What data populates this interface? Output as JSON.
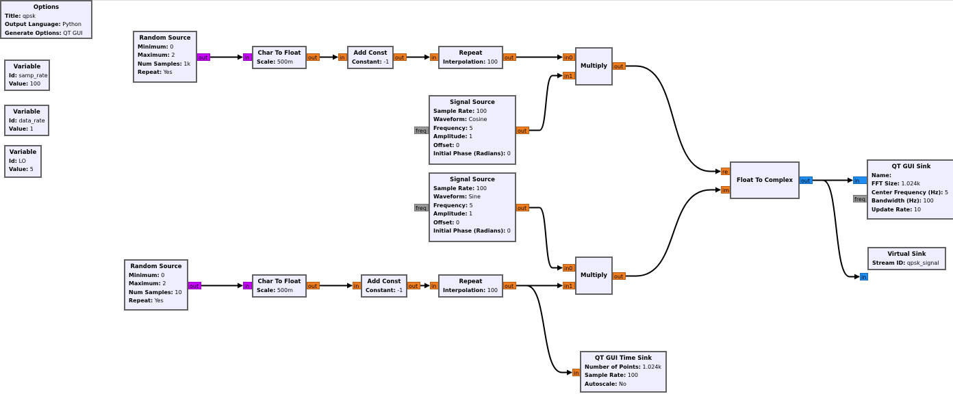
{
  "colors": {
    "block_fill": "#eeeeff",
    "block_border": "#616161",
    "port_float": "#f07d1e",
    "port_byte": "#c800ff",
    "port_complex": "#1e8cf0",
    "port_message": "#9a9a9a"
  },
  "blocks": {
    "options": {
      "title": "Options",
      "params": [
        {
          "k": "Title:",
          "v": "qpsk"
        },
        {
          "k": "Output Language:",
          "v": "Python"
        },
        {
          "k": "Generate Options:",
          "v": "QT GUI"
        }
      ]
    },
    "var_samp_rate": {
      "title": "Variable",
      "params": [
        {
          "k": "Id:",
          "v": "samp_rate"
        },
        {
          "k": "Value:",
          "v": "100"
        }
      ]
    },
    "var_data_rate": {
      "title": "Variable",
      "params": [
        {
          "k": "Id:",
          "v": "data_rate"
        },
        {
          "k": "Value:",
          "v": "1"
        }
      ]
    },
    "var_lo": {
      "title": "Variable",
      "params": [
        {
          "k": "Id:",
          "v": "LO"
        },
        {
          "k": "Value:",
          "v": "5"
        }
      ]
    },
    "rand1": {
      "title": "Random Source",
      "params": [
        {
          "k": "Minimum:",
          "v": "0"
        },
        {
          "k": "Maximum:",
          "v": "2"
        },
        {
          "k": "Num Samples:",
          "v": "1k"
        },
        {
          "k": "Repeat:",
          "v": "Yes"
        }
      ],
      "ports": {
        "out": "out"
      }
    },
    "c2f1": {
      "title": "Char To Float",
      "params": [
        {
          "k": "Scale:",
          "v": "500m"
        }
      ],
      "ports": {
        "in": "in",
        "out": "out"
      }
    },
    "add1": {
      "title": "Add Const",
      "params": [
        {
          "k": "Constant:",
          "v": "-1"
        }
      ],
      "ports": {
        "in": "in",
        "out": "out"
      }
    },
    "rep1": {
      "title": "Repeat",
      "params": [
        {
          "k": "Interpolation:",
          "v": "100"
        }
      ],
      "ports": {
        "in": "in",
        "out": "out"
      }
    },
    "mul1": {
      "title": "Multiply",
      "ports": {
        "in0": "in0",
        "in1": "in1",
        "out": "out"
      }
    },
    "sig_cos": {
      "title": "Signal Source",
      "params": [
        {
          "k": "Sample Rate:",
          "v": "100"
        },
        {
          "k": "Waveform:",
          "v": "Cosine"
        },
        {
          "k": "Frequency:",
          "v": "5"
        },
        {
          "k": "Amplitude:",
          "v": "1"
        },
        {
          "k": "Offset:",
          "v": "0"
        },
        {
          "k": "Initial Phase (Radians):",
          "v": "0"
        }
      ],
      "ports": {
        "freq": "freq",
        "out": "out"
      }
    },
    "sig_sin": {
      "title": "Signal Source",
      "params": [
        {
          "k": "Sample Rate:",
          "v": "100"
        },
        {
          "k": "Waveform:",
          "v": "Sine"
        },
        {
          "k": "Frequency:",
          "v": "5"
        },
        {
          "k": "Amplitude:",
          "v": "1"
        },
        {
          "k": "Offset:",
          "v": "0"
        },
        {
          "k": "Initial Phase (Radians):",
          "v": "0"
        }
      ],
      "ports": {
        "freq": "freq",
        "out": "out"
      }
    },
    "f2c": {
      "title": "Float To Complex",
      "ports": {
        "re": "re",
        "im": "im",
        "out": "out"
      }
    },
    "qt_sink": {
      "title": "QT GUI Sink",
      "params": [
        {
          "k": "Name:",
          "v": ""
        },
        {
          "k": "FFT Size:",
          "v": "1.024k"
        },
        {
          "k": "Center Frequency (Hz):",
          "v": "5"
        },
        {
          "k": "Bandwidth (Hz):",
          "v": "100"
        },
        {
          "k": "Update Rate:",
          "v": "10"
        }
      ],
      "ports": {
        "in": "in",
        "freq": "freq"
      }
    },
    "vsink": {
      "title": "Virtual Sink",
      "params": [
        {
          "k": "Stream ID:",
          "v": "qpsk_signal"
        }
      ],
      "ports": {
        "in": "in"
      }
    },
    "rand2": {
      "title": "Random Source",
      "params": [
        {
          "k": "Minimum:",
          "v": "0"
        },
        {
          "k": "Maximum:",
          "v": "2"
        },
        {
          "k": "Num Samples:",
          "v": "10"
        },
        {
          "k": "Repeat:",
          "v": "Yes"
        }
      ],
      "ports": {
        "out": "out"
      }
    },
    "c2f2": {
      "title": "Char To Float",
      "params": [
        {
          "k": "Scale:",
          "v": "500m"
        }
      ],
      "ports": {
        "in": "in",
        "out": "out"
      }
    },
    "add2": {
      "title": "Add Const",
      "params": [
        {
          "k": "Constant:",
          "v": "-1"
        }
      ],
      "ports": {
        "in": "in",
        "out": "out"
      }
    },
    "rep2": {
      "title": "Repeat",
      "params": [
        {
          "k": "Interpolation:",
          "v": "100"
        }
      ],
      "ports": {
        "in": "in",
        "out": "out"
      }
    },
    "mul2": {
      "title": "Multiply",
      "ports": {
        "in0": "in0",
        "in1": "in1",
        "out": "out"
      }
    },
    "time_sink": {
      "title": "QT GUI Time Sink",
      "params": [
        {
          "k": "Number of Points:",
          "v": "1.024k"
        },
        {
          "k": "Sample Rate:",
          "v": "100"
        },
        {
          "k": "Autoscale:",
          "v": "No"
        }
      ],
      "ports": {
        "in": "in"
      }
    }
  },
  "connections": [
    {
      "from": "rand1.out",
      "to": "c2f1.in"
    },
    {
      "from": "c2f1.out",
      "to": "add1.in"
    },
    {
      "from": "add1.out",
      "to": "rep1.in"
    },
    {
      "from": "rep1.out",
      "to": "mul1.in0"
    },
    {
      "from": "sig_cos.out",
      "to": "mul1.in1"
    },
    {
      "from": "mul1.out",
      "to": "f2c.re"
    },
    {
      "from": "sig_sin.out",
      "to": "mul2.in0"
    },
    {
      "from": "rand2.out",
      "to": "c2f2.in"
    },
    {
      "from": "c2f2.out",
      "to": "add2.in"
    },
    {
      "from": "add2.out",
      "to": "rep2.in"
    },
    {
      "from": "rep2.out",
      "to": "mul2.in1"
    },
    {
      "from": "rep2.out",
      "to": "time_sink.in"
    },
    {
      "from": "mul2.out",
      "to": "f2c.im"
    },
    {
      "from": "f2c.out",
      "to": "qt_sink.in"
    },
    {
      "from": "f2c.out",
      "to": "vsink.in"
    }
  ]
}
